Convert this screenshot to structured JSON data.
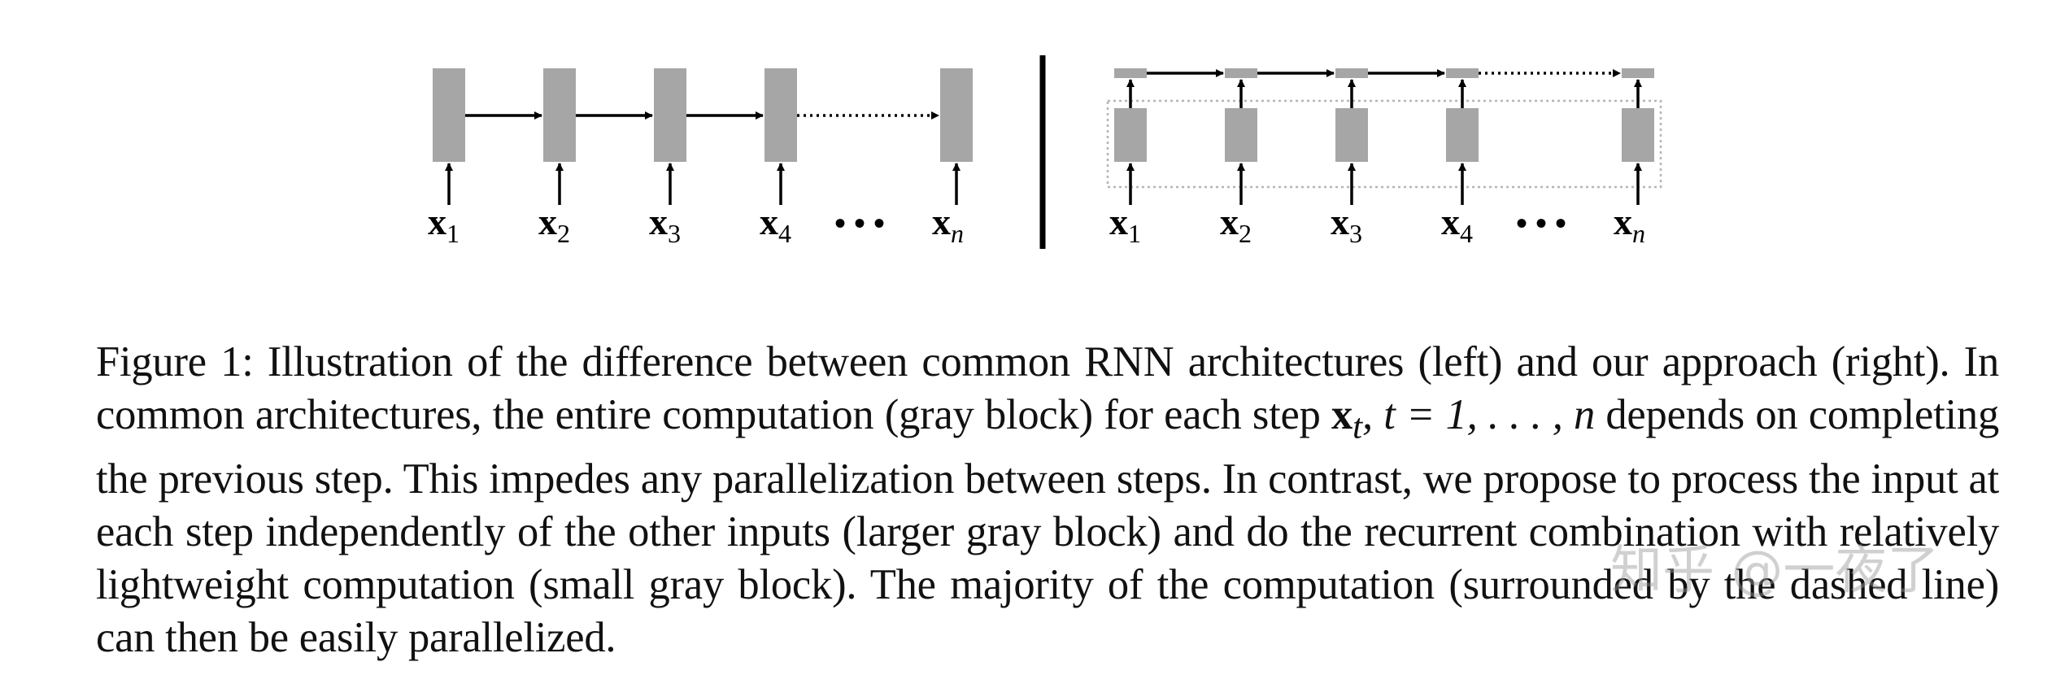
{
  "figure": {
    "left_panel": {
      "inputs": [
        "x",
        "x",
        "x",
        "x",
        "x"
      ],
      "subscripts": [
        "1",
        "2",
        "3",
        "4",
        "n"
      ],
      "ellipsis": "• • •"
    },
    "right_panel": {
      "inputs": [
        "x",
        "x",
        "x",
        "x",
        "x"
      ],
      "subscripts": [
        "1",
        "2",
        "3",
        "4",
        "n"
      ],
      "ellipsis": "• • •"
    }
  },
  "caption": {
    "label": "Figure 1:",
    "text_part1": " Illustration of the difference between common RNN architectures (left) and our approach (right). In common architectures, the entire computation (gray block) for each step ",
    "math_step_var": "x",
    "math_step_sub": "t",
    "math_range": ", t = 1, . . . , n",
    "text_part2": " depends on completing the previous step. This impedes any parallelization between steps. In contrast, we propose to process the input at each step independently of the other inputs (larger gray block) and do the recurrent combination with relatively lightweight computation (small gray block). The majority of the computation (surrounded by the dashed line) can then be easily parallelized."
  },
  "watermark": "知乎 @一夜了",
  "colors": {
    "block": "#a6a6a6",
    "arrow": "#000000",
    "dashed_box": "#b5b5b5"
  }
}
